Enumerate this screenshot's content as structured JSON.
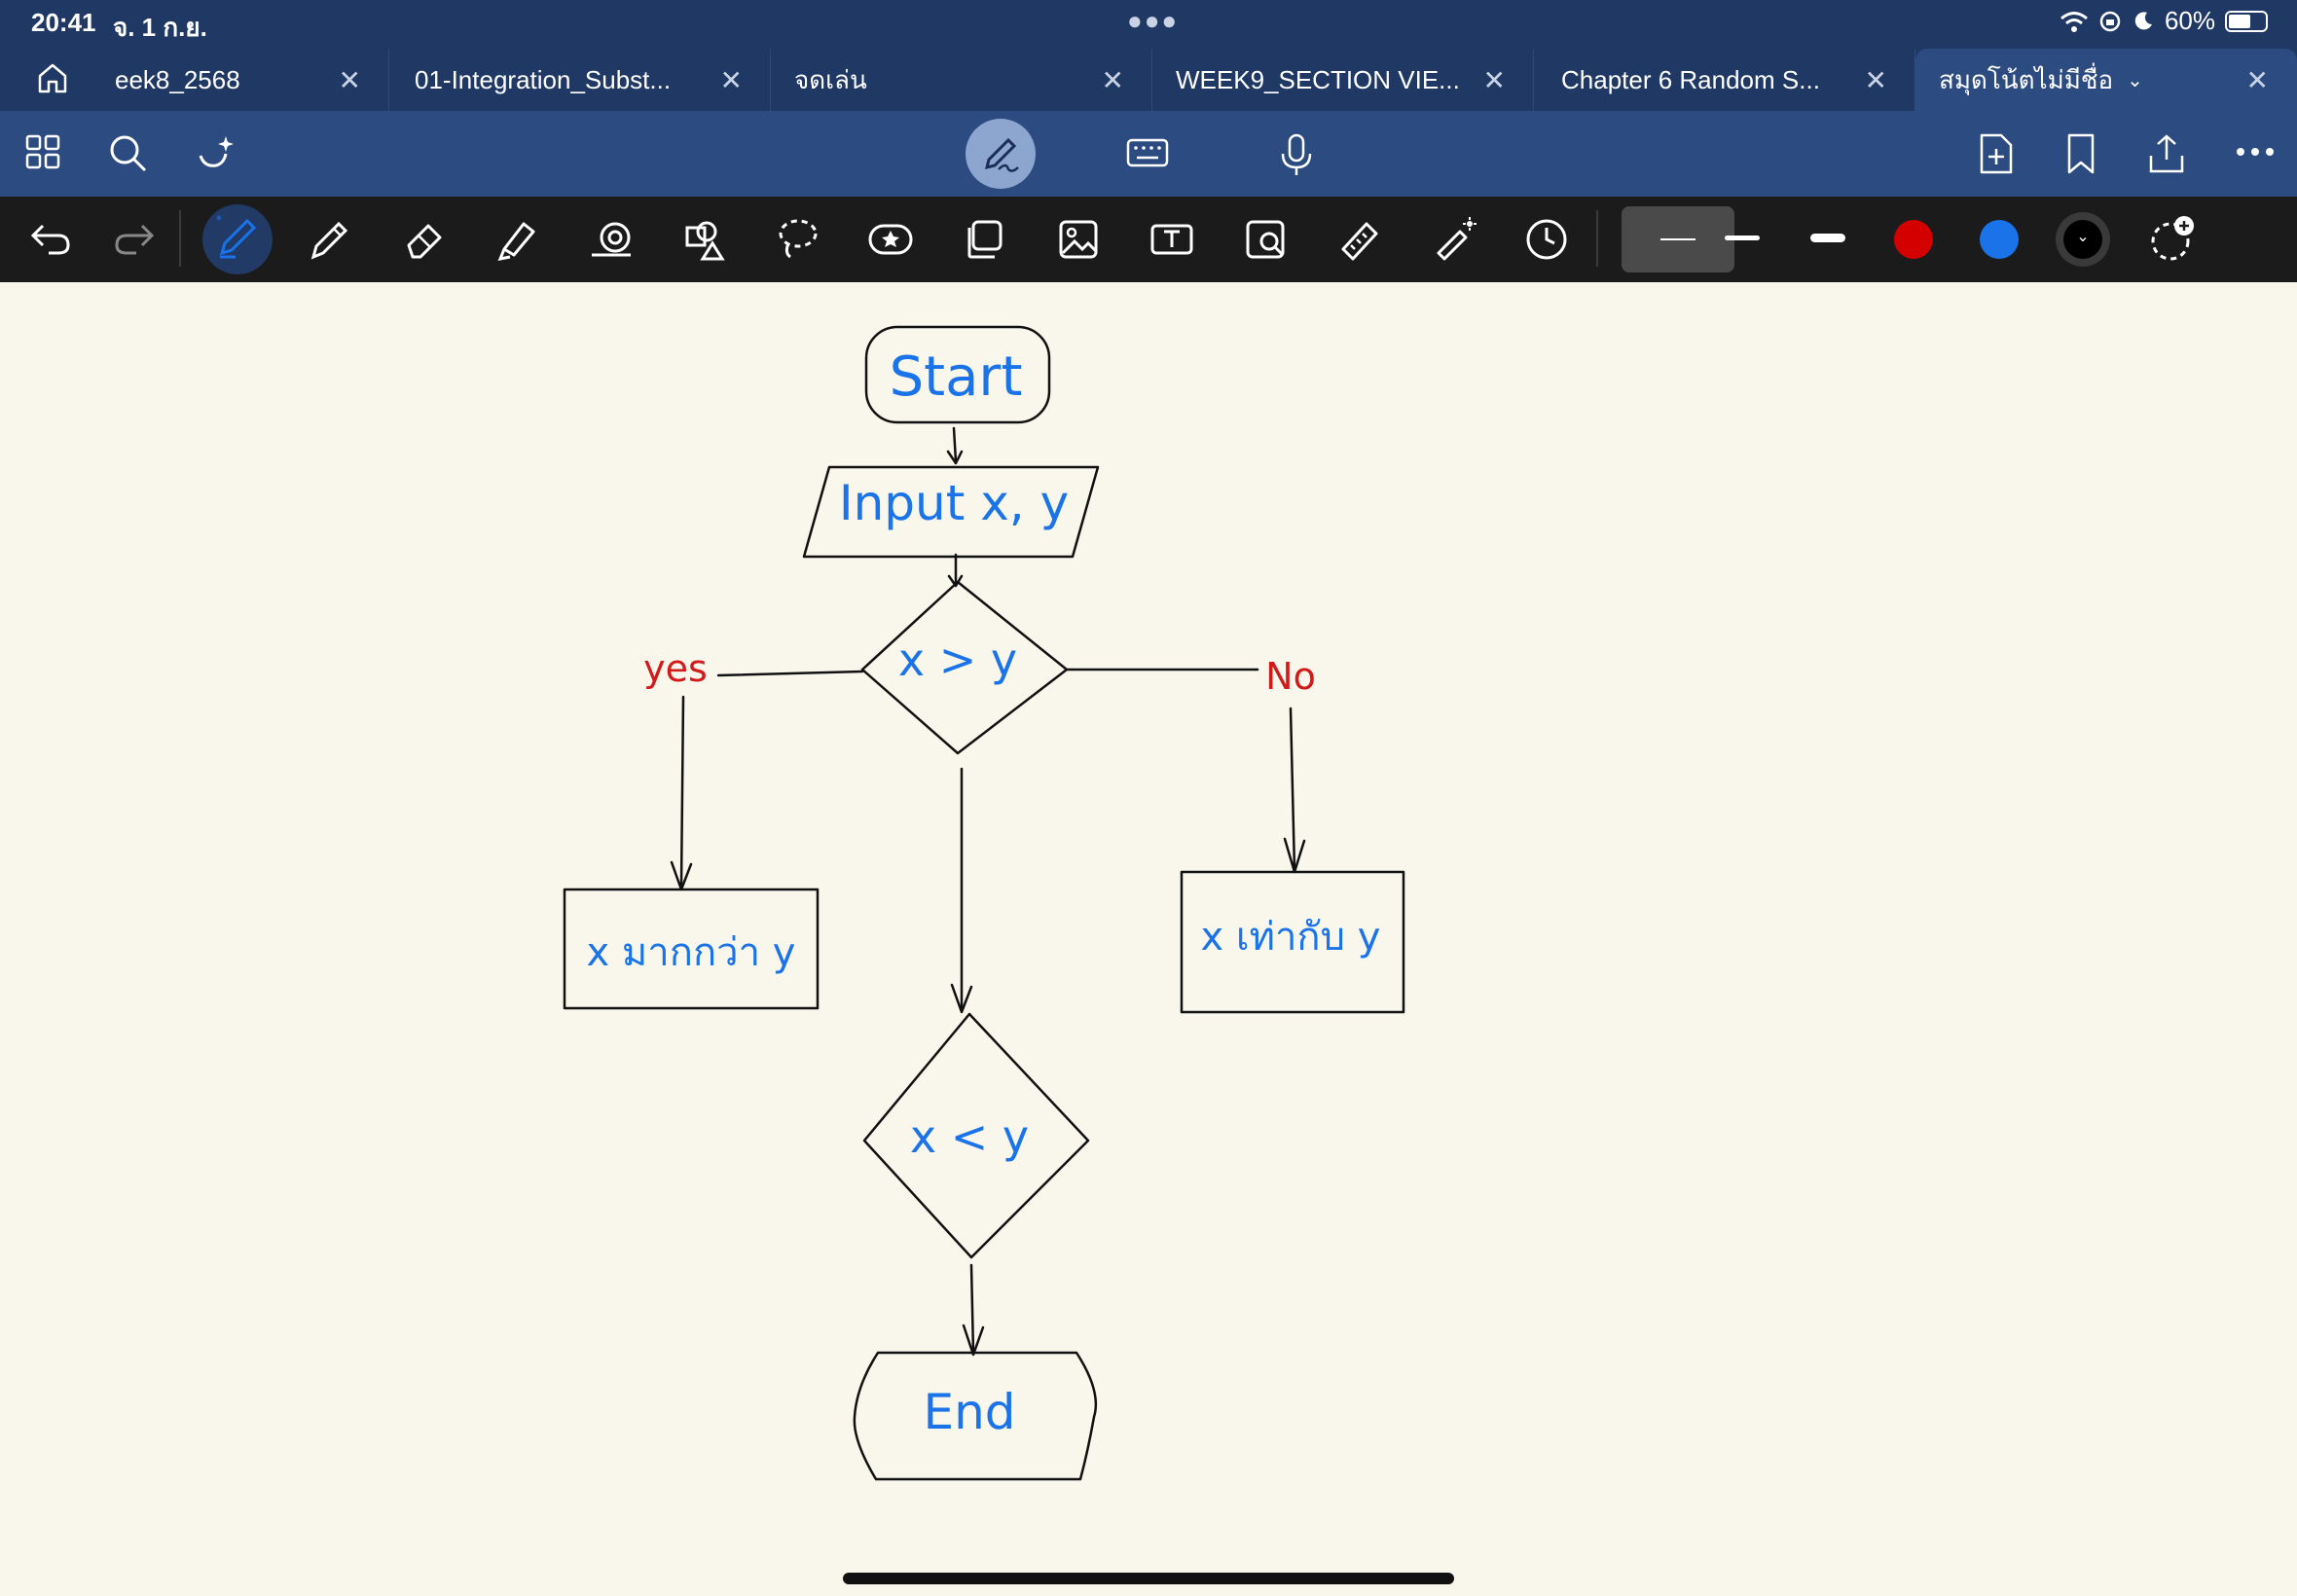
{
  "status": {
    "time": "20:41",
    "date": "จ. 1 ก.ย.",
    "battery": "60%",
    "battery_level": 0.6
  },
  "tabs": [
    {
      "label": "eek8_2568"
    },
    {
      "label": "01-Integration_Subst..."
    },
    {
      "label": "จดเล่น"
    },
    {
      "label": "WEEK9_SECTION VIE..."
    },
    {
      "label": "Chapter 6 Random S..."
    },
    {
      "label": "สมุดโน้ตไม่มีชื่อ",
      "active": true
    }
  ],
  "flowchart": {
    "start": "Start",
    "input": "Input x, y",
    "decision1": "x > y",
    "yes_label": "yes",
    "no_label": "No",
    "box_yes": "x มากกว่า y",
    "box_no": "x เท่ากับ y",
    "decision2": "x < y",
    "end": "End",
    "ink_color": "#1a73e8",
    "label_color": "#d11a1a"
  },
  "colors": {
    "accent_blue": "#1a73e8",
    "red": "#d40000",
    "statusbar": "#203864",
    "toolbar": "#2c4b80"
  }
}
